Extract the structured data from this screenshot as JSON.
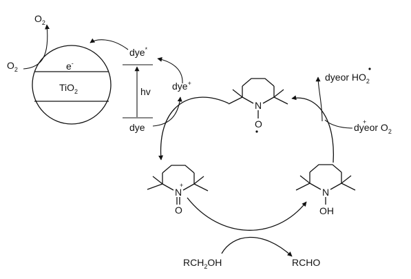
{
  "labels": {
    "o2_top": {
      "base": "O",
      "sub": "2"
    },
    "o2_left": {
      "base": "O",
      "sub": "2"
    },
    "electron": {
      "base": "e",
      "sup": "-"
    },
    "tio2": {
      "base": "TiO",
      "sub": "2"
    },
    "hv": "hv",
    "dye_excited": {
      "base": "dye",
      "sup": "*"
    },
    "dye_cation": {
      "base": "dye",
      "sup": "+"
    },
    "dye_ground": "dye",
    "product_top_right": {
      "prefix": "dyeor HO",
      "sub": "2"
    },
    "reactant_right": {
      "prefix": "dyeor O",
      "sub": "2"
    },
    "rch2oh": {
      "pre": "RCH",
      "sub": "2",
      "post": "OH"
    },
    "rcho": "RCHO"
  },
  "molecules": {
    "tempo": {
      "n": "N",
      "o": "O"
    },
    "oxoammonium": {
      "n": "N",
      "charge": "+",
      "o": "O"
    },
    "hydroxylamine": {
      "n": "N",
      "oh": "OH"
    }
  }
}
